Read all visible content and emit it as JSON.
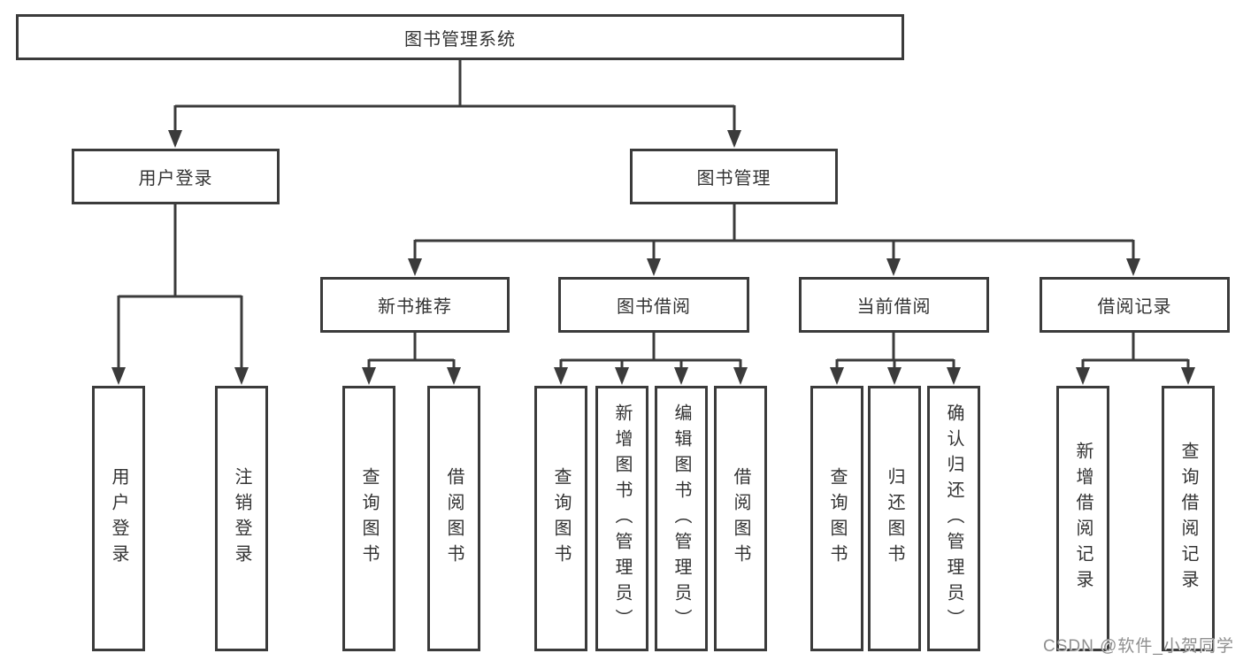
{
  "diagram": {
    "root": {
      "label": "图书管理系统"
    },
    "branches": [
      {
        "label": "用户登录",
        "children": [
          {
            "label": "用户登录"
          },
          {
            "label": "注销登录"
          }
        ]
      },
      {
        "label": "图书管理",
        "children": [
          {
            "label": "新书推荐",
            "children": [
              {
                "label": "查询图书"
              },
              {
                "label": "借阅图书"
              }
            ]
          },
          {
            "label": "图书借阅",
            "children": [
              {
                "label": "查询图书"
              },
              {
                "label": "新增图书（管理员）"
              },
              {
                "label": "编辑图书（管理员）"
              },
              {
                "label": "借阅图书"
              }
            ]
          },
          {
            "label": "当前借阅",
            "children": [
              {
                "label": "查询图书"
              },
              {
                "label": "归还图书"
              },
              {
                "label": "确认归还（管理员）"
              }
            ]
          },
          {
            "label": "借阅记录",
            "children": [
              {
                "label": "新增借阅记录"
              },
              {
                "label": "查询借阅记录"
              }
            ]
          }
        ]
      }
    ]
  },
  "watermark": {
    "text": "CSDN @软件_小贺同学"
  },
  "colors": {
    "line": "#3b3b3b",
    "text": "#333333",
    "background": "#ffffff",
    "watermark": "#8f8f8f"
  }
}
